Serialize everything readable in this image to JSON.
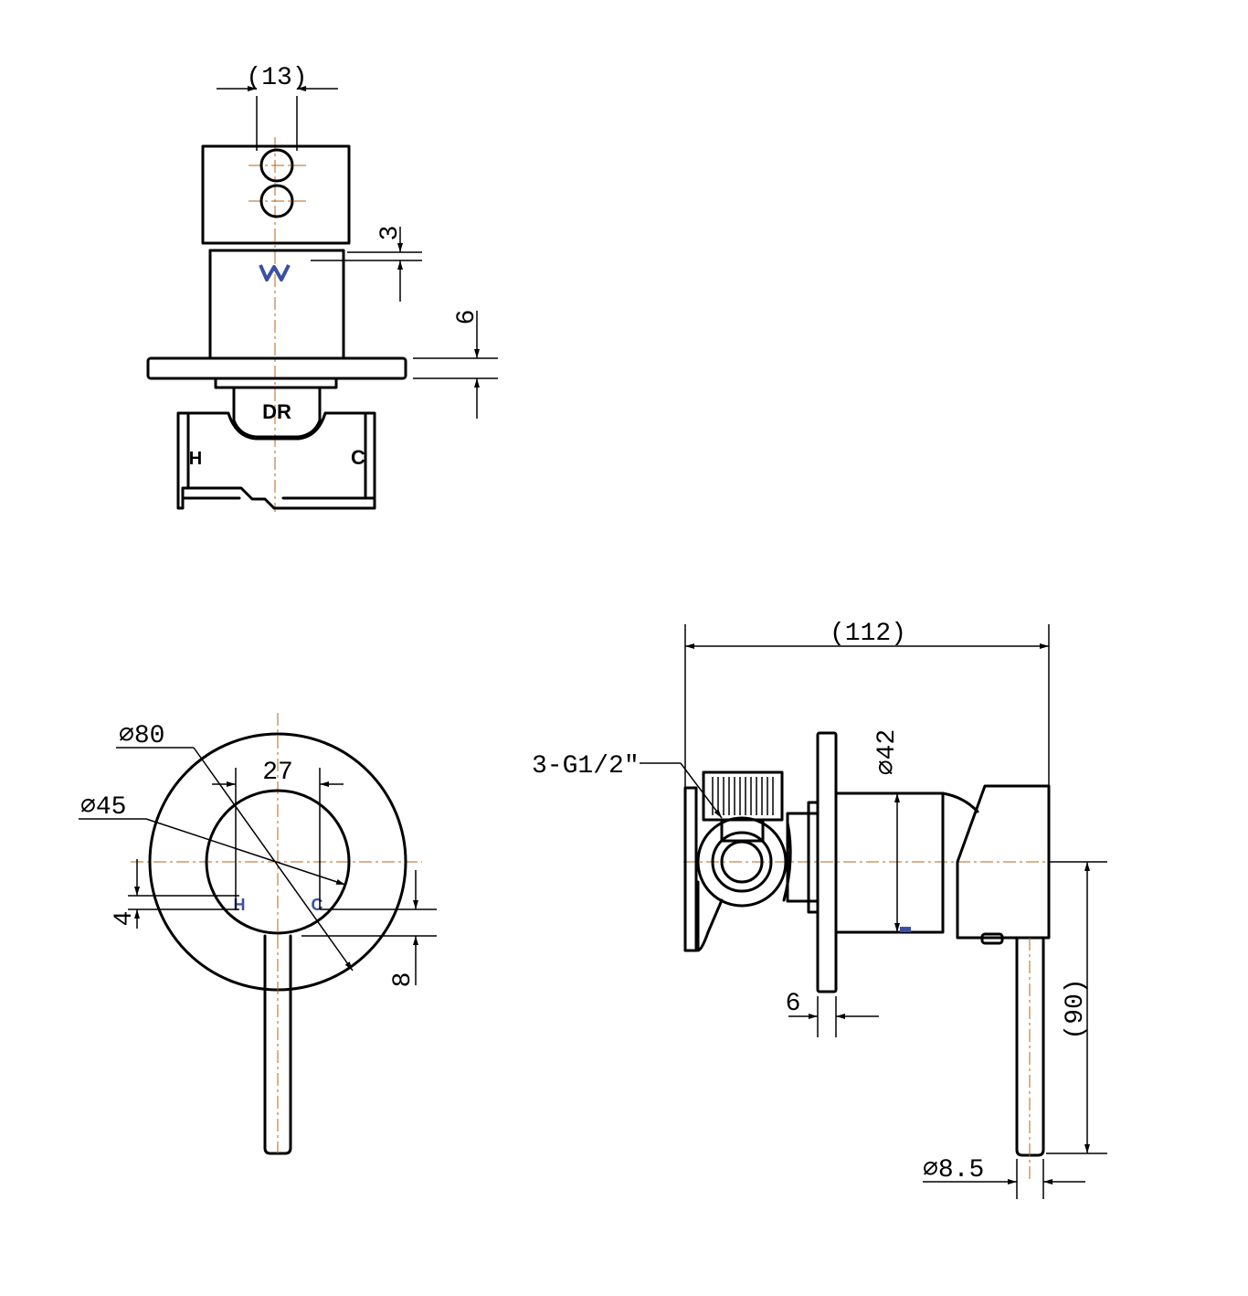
{
  "labels": {
    "top_width": "(13)",
    "top_gap": "3",
    "plate_thickness_top": "6",
    "body_mark": "DR",
    "hot_mark": "H",
    "cold_mark": "C",
    "diameter_80": "∅80",
    "diameter_45": "∅45",
    "spacing_27": "27",
    "offset_4": "4",
    "offset_8": "8",
    "overall_length": "(112)",
    "thread_spec": "3-G1/2\"",
    "diameter_42": "∅42",
    "plate_thickness_side": "6",
    "handle_height": "(90)",
    "handle_diameter": "∅8.5",
    "front_hot": "H",
    "front_cold": "C"
  },
  "colors": {
    "line": "#000000",
    "centerline": "#b5651d",
    "accent": "#3a4fa3"
  },
  "icons": {
    "watermark_logo": "watermark-w-icon"
  }
}
